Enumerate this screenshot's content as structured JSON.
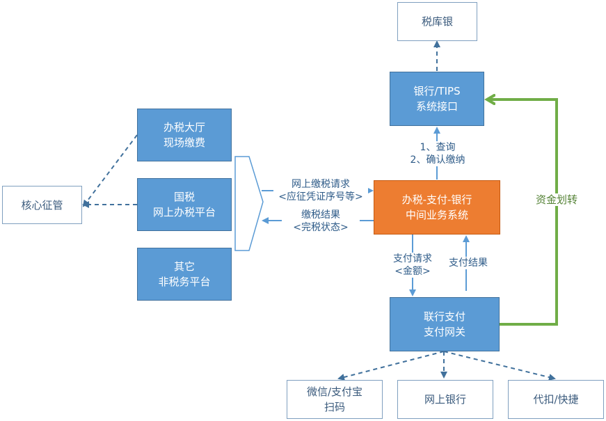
{
  "nodes": {
    "tax_bank": {
      "lines": [
        "税库银"
      ]
    },
    "bank_tips": {
      "lines": [
        "银行/TIPS",
        "系统接口"
      ]
    },
    "hall": {
      "lines": [
        "办税大厅",
        "现场缴费"
      ]
    },
    "online_platform": {
      "lines": [
        "国税",
        "网上办税平台"
      ]
    },
    "other_platform": {
      "lines": [
        "其它",
        "非税务平台"
      ]
    },
    "core": {
      "lines": [
        "核心征管"
      ]
    },
    "middleware": {
      "lines": [
        "办税-支付-银行",
        "中间业务系统"
      ]
    },
    "payment_gateway": {
      "lines": [
        "联行支付",
        "支付网关"
      ]
    },
    "wechat": {
      "lines": [
        "微信/支付宝",
        "扫码"
      ]
    },
    "online_bank": {
      "lines": [
        "网上银行"
      ]
    },
    "withhold": {
      "lines": [
        "代扣/快捷"
      ]
    }
  },
  "edges": {
    "query_confirm": [
      "1、查询",
      "2、确认缴纳"
    ],
    "tax_request": [
      "网上缴税请求",
      "<应征凭证序号等>"
    ],
    "tax_result": [
      "缴税结果",
      "<完税状态>"
    ],
    "pay_request": [
      "支付请求",
      "<金额>"
    ],
    "pay_result": "支付结果",
    "fund_transfer": "资金划转"
  },
  "colors": {
    "blue": "#5b9bd5",
    "orange": "#ed7d31",
    "green": "#70ad47",
    "arrow": "#41719c"
  }
}
